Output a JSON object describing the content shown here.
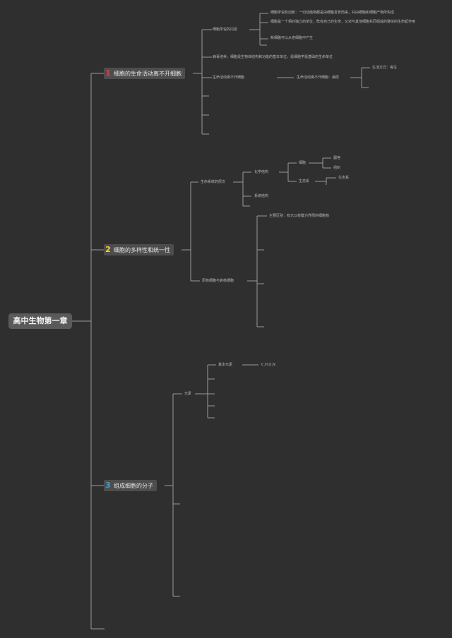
{
  "root": {
    "title": "高中生物第一章"
  },
  "badge_colors": {
    "b1": "#e03a3a",
    "b2": "#f2d23a",
    "b3": "#3a9fd8"
  },
  "branches": [
    {
      "number": "1",
      "title": "细胞的生命活动离不开细胞",
      "children": {
        "c1": "细胞学说的内容",
        "c1_items": [
          "细胞学说有创新：一切动植物都是由细胞发育而来，并由细胞和细胞产物所构成",
          "细胞是一个相对独立的单位，既有自己的生命，又对与其他细胞共同组成的整体的生命起作用",
          "新细胞可以从老细胞中产生"
        ],
        "c2": "病毒培养，细胞是生物体结构和功能的基本单位，是细胞学是基础的生命单位",
        "c3": "生命活动离不开细胞",
        "c3_sub": "生命活动离不开细胞：病原",
        "c3_sub_items": [
          "生活方式：寄生"
        ]
      }
    },
    {
      "number": "2",
      "title": "细胞的多样性和统一性",
      "children": {
        "d1": "生命系统的层次",
        "d1_a": "化学结构",
        "d1_a1": "细胞",
        "d1_a1_items": [
          "器官",
          "组织"
        ],
        "d1_a2": "生态系",
        "d1_a2_items": [
          "生态系"
        ],
        "d1_b": "系统结构",
        "d2": "原核细胞与真核细胞",
        "d2_items": [
          "主要区别：有无以核膜为界限的细胞核"
        ]
      }
    },
    {
      "number": "3",
      "title": "组成细胞的分子",
      "children": {
        "e1": "元素",
        "e1_a": "基本元素",
        "e1_a_value": "C,H,O,N"
      }
    }
  ]
}
